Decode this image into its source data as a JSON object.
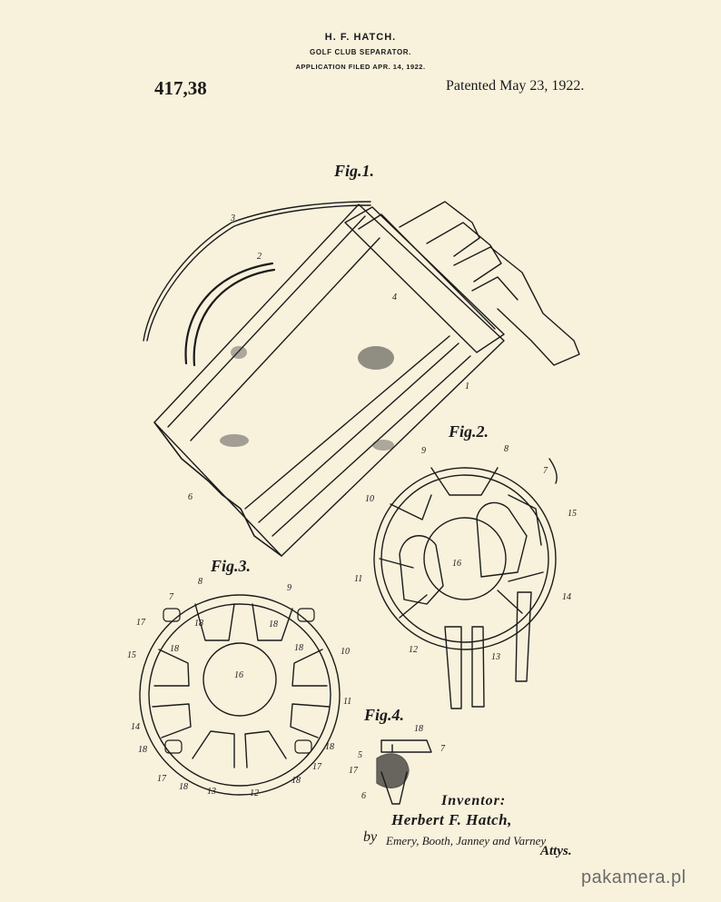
{
  "header": {
    "inventor_name": "H. F. HATCH.",
    "title": "GOLF CLUB SEPARATOR.",
    "filed": "APPLICATION FILED APR. 14, 1922.",
    "patent_number": "417,38",
    "patented": "Patented May 23, 1922."
  },
  "figures": {
    "fig1": "Fig.1.",
    "fig2": "Fig.2.",
    "fig3": "Fig.3.",
    "fig4": "Fig.4."
  },
  "signature": {
    "inventor_label": "Inventor:",
    "inventor": "Herbert F. Hatch,",
    "by": "by",
    "attorneys": "Emery, Booth, Janney and Varney",
    "attys": "Attys."
  },
  "watermark": "pakamera.pl"
}
